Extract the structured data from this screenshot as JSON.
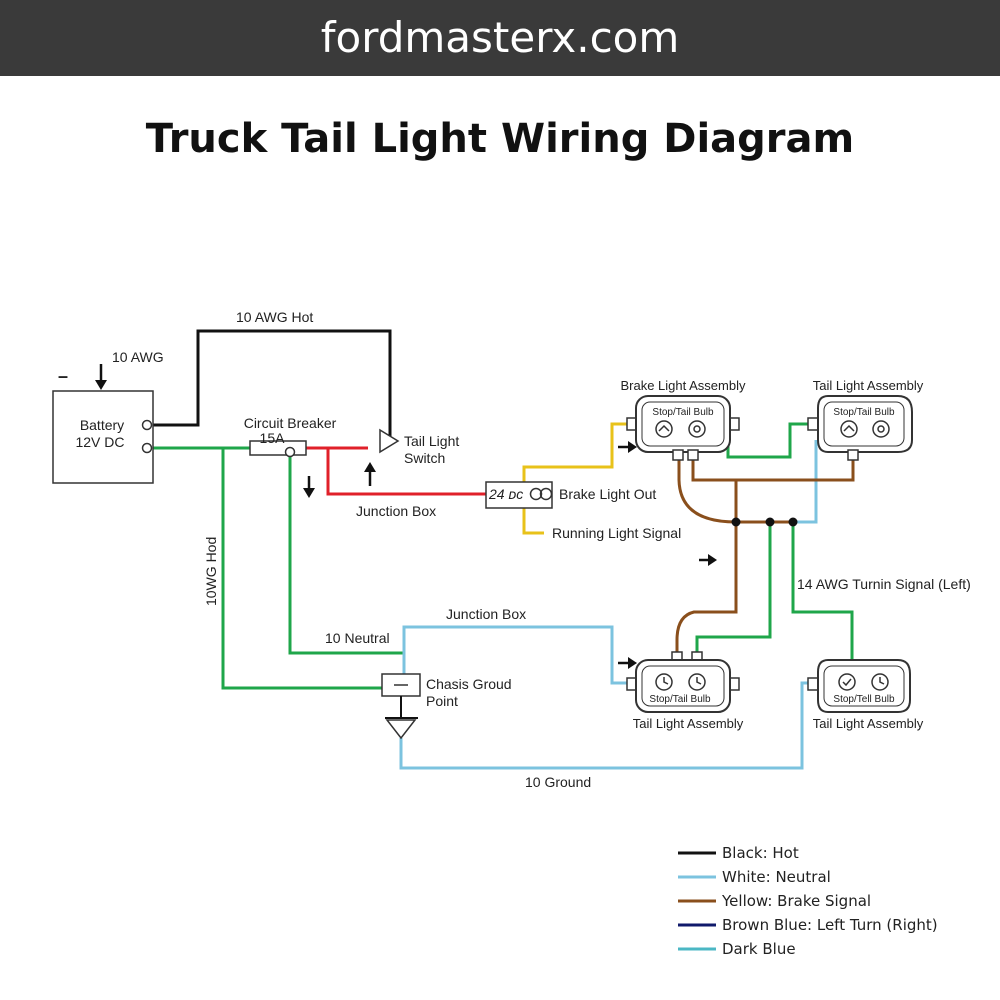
{
  "header": {
    "site": "fordmasterx.com"
  },
  "title": "Truck Tail Light Wiring Diagram",
  "labels": {
    "hot_10awg": "10 AWG Hot",
    "awg10": "10 AWG",
    "minus": "–",
    "battery_line1": "Battery",
    "battery_line2": "12V DC",
    "breaker_line1": "Circuit Breaker",
    "breaker_line2": "15A",
    "switch_line1": "Tail Light",
    "switch_line2": "Switch",
    "junction_box_1": "Junction Box",
    "connector_code": "24 ᴅᴄ",
    "brake_light_out": "Brake Light Out",
    "running_light_signal": "Running Light Signal",
    "vertical_hot": "10WG Hod",
    "neutral_10": "10 Neutral",
    "junction_box_2": "Junction Box",
    "chassis_line1": "Chasis Groud",
    "chassis_line2": "Point",
    "ground_10": "10 Ground",
    "turn_signal_left": "14 AWG Turnin Signal (Left)",
    "brake_assembly": "Brake Light Assembly",
    "tail_assembly_tr": "Tail Light Assembly",
    "tail_assembly_bl": "Tail Light Assembly",
    "tail_assembly_br": "Tail Light Assembly",
    "bulb_label_1": "Stop/Tail Bulb",
    "bulb_label_2": "Stop/Tail Bulb",
    "bulb_label_3": "Stop/Tail Bulb",
    "bulb_label_4": "Stop/Tell Bulb"
  },
  "colors": {
    "black": "#111111",
    "red": "#e0202a",
    "green": "#1fa64a",
    "light_blue": "#7cc3df",
    "brown": "#8a4f1c",
    "yellow": "#e8c21a",
    "navy": "#101a6b",
    "teal": "#4bb7c4"
  },
  "legend": [
    {
      "label": "Black: Hot",
      "color": "#111111"
    },
    {
      "label": "White: Neutral",
      "color": "#7cc3df"
    },
    {
      "label": "Yellow: Brake Signal",
      "color": "#8a4f1c"
    },
    {
      "label": "Brown Blue: Left Turn (Right)",
      "color": "#101a6b"
    },
    {
      "label": "Dark Blue",
      "color": "#4bb7c4"
    }
  ]
}
